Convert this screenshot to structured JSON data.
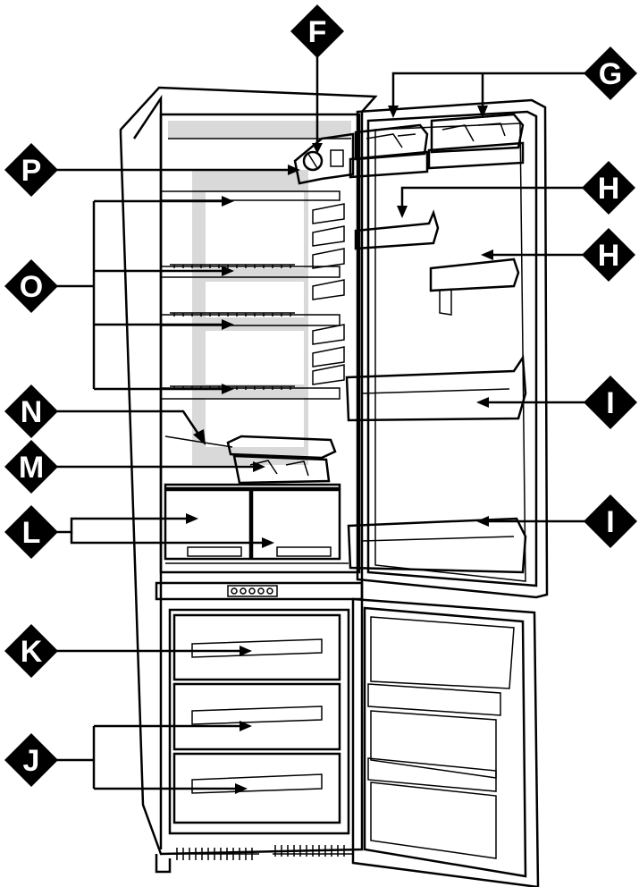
{
  "labels": {
    "F": "F",
    "G": "G",
    "H1": "H",
    "H2": "H",
    "P": "P",
    "O": "O",
    "N": "N",
    "M": "M",
    "L": "L",
    "I1": "I",
    "I2": "I",
    "K": "K",
    "J": "J"
  }
}
